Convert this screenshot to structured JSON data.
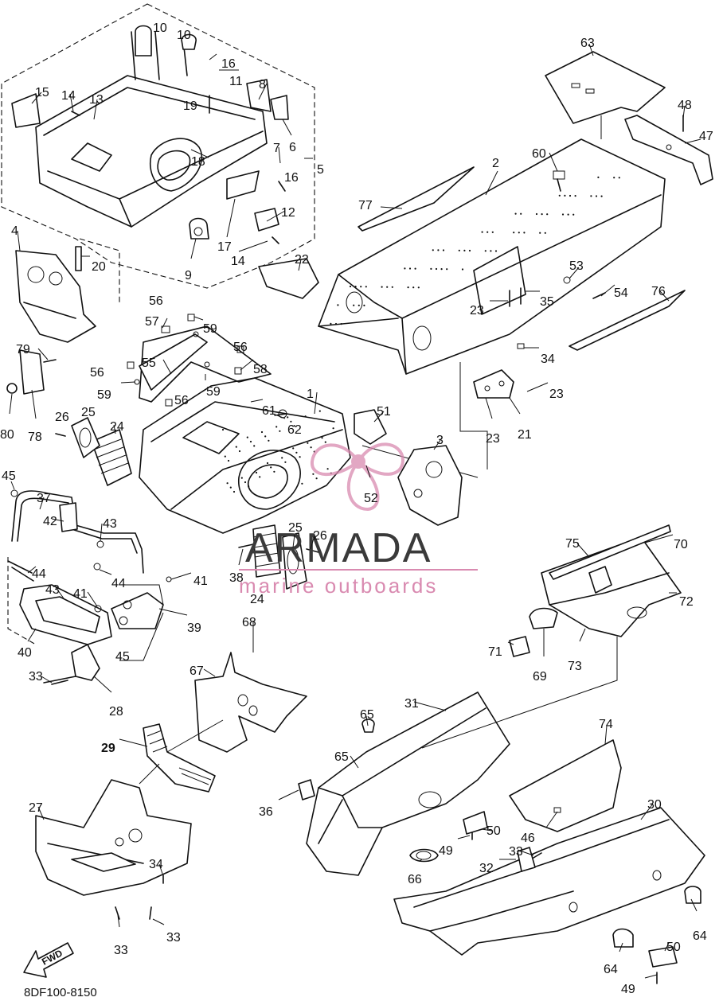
{
  "diagram": {
    "reference_code": "8DF100-8150",
    "fwd_label": "FWD",
    "watermark": {
      "brand": "ARMADA",
      "tagline": "marine outboards",
      "accent_color": "#d98ab0",
      "text_color": "#3a3a3a"
    },
    "callouts": [
      {
        "id": "c1",
        "label": "1"
      },
      {
        "id": "c2",
        "label": "2"
      },
      {
        "id": "c3",
        "label": "3"
      },
      {
        "id": "c4",
        "label": "4"
      },
      {
        "id": "c5",
        "label": "5"
      },
      {
        "id": "c6",
        "label": "6"
      },
      {
        "id": "c7",
        "label": "7"
      },
      {
        "id": "c8",
        "label": "8"
      },
      {
        "id": "c9",
        "label": "9"
      },
      {
        "id": "c10a",
        "label": "10"
      },
      {
        "id": "c10b",
        "label": "10"
      },
      {
        "id": "c11",
        "label": "11"
      },
      {
        "id": "c12",
        "label": "12"
      },
      {
        "id": "c13",
        "label": "13"
      },
      {
        "id": "c14a",
        "label": "14"
      },
      {
        "id": "c14b",
        "label": "14"
      },
      {
        "id": "c15",
        "label": "15"
      },
      {
        "id": "c16a",
        "label": "16"
      },
      {
        "id": "c16b",
        "label": "16"
      },
      {
        "id": "c17",
        "label": "17"
      },
      {
        "id": "c18",
        "label": "18"
      },
      {
        "id": "c19",
        "label": "19"
      },
      {
        "id": "c20",
        "label": "20"
      },
      {
        "id": "c21",
        "label": "21"
      },
      {
        "id": "c22",
        "label": "22"
      },
      {
        "id": "c23a",
        "label": "23"
      },
      {
        "id": "c23b",
        "label": "23"
      },
      {
        "id": "c23c",
        "label": "23"
      },
      {
        "id": "c24a",
        "label": "24"
      },
      {
        "id": "c24b",
        "label": "24"
      },
      {
        "id": "c25a",
        "label": "25"
      },
      {
        "id": "c25b",
        "label": "25"
      },
      {
        "id": "c26a",
        "label": "26"
      },
      {
        "id": "c26b",
        "label": "26"
      },
      {
        "id": "c27",
        "label": "27"
      },
      {
        "id": "c28",
        "label": "28"
      },
      {
        "id": "c29",
        "label": "29"
      },
      {
        "id": "c30",
        "label": "30"
      },
      {
        "id": "c31",
        "label": "31"
      },
      {
        "id": "c32",
        "label": "32"
      },
      {
        "id": "c33a",
        "label": "33"
      },
      {
        "id": "c33b",
        "label": "33"
      },
      {
        "id": "c33c",
        "label": "33"
      },
      {
        "id": "c33d",
        "label": "33"
      },
      {
        "id": "c34a",
        "label": "34"
      },
      {
        "id": "c34b",
        "label": "34"
      },
      {
        "id": "c35",
        "label": "35"
      },
      {
        "id": "c36",
        "label": "36"
      },
      {
        "id": "c37",
        "label": "37"
      },
      {
        "id": "c38",
        "label": "38"
      },
      {
        "id": "c39",
        "label": "39"
      },
      {
        "id": "c40",
        "label": "40"
      },
      {
        "id": "c41a",
        "label": "41"
      },
      {
        "id": "c41b",
        "label": "41"
      },
      {
        "id": "c42",
        "label": "42"
      },
      {
        "id": "c43a",
        "label": "43"
      },
      {
        "id": "c43b",
        "label": "43"
      },
      {
        "id": "c44a",
        "label": "44"
      },
      {
        "id": "c44b",
        "label": "44"
      },
      {
        "id": "c45a",
        "label": "45"
      },
      {
        "id": "c45b",
        "label": "45"
      },
      {
        "id": "c46",
        "label": "46"
      },
      {
        "id": "c47",
        "label": "47"
      },
      {
        "id": "c48",
        "label": "48"
      },
      {
        "id": "c49a",
        "label": "49"
      },
      {
        "id": "c49b",
        "label": "49"
      },
      {
        "id": "c50a",
        "label": "50"
      },
      {
        "id": "c50b",
        "label": "50"
      },
      {
        "id": "c51",
        "label": "51"
      },
      {
        "id": "c52",
        "label": "52"
      },
      {
        "id": "c53",
        "label": "53"
      },
      {
        "id": "c54",
        "label": "54"
      },
      {
        "id": "c55",
        "label": "55"
      },
      {
        "id": "c56a",
        "label": "56"
      },
      {
        "id": "c56b",
        "label": "56"
      },
      {
        "id": "c56c",
        "label": "56"
      },
      {
        "id": "c56d",
        "label": "56"
      },
      {
        "id": "c57",
        "label": "57"
      },
      {
        "id": "c58",
        "label": "58"
      },
      {
        "id": "c59a",
        "label": "59"
      },
      {
        "id": "c59b",
        "label": "59"
      },
      {
        "id": "c59c",
        "label": "59"
      },
      {
        "id": "c60",
        "label": "60"
      },
      {
        "id": "c61",
        "label": "61"
      },
      {
        "id": "c62",
        "label": "62"
      },
      {
        "id": "c63",
        "label": "63"
      },
      {
        "id": "c64a",
        "label": "64"
      },
      {
        "id": "c64b",
        "label": "64"
      },
      {
        "id": "c65a",
        "label": "65"
      },
      {
        "id": "c65b",
        "label": "65"
      },
      {
        "id": "c66",
        "label": "66"
      },
      {
        "id": "c67",
        "label": "67"
      },
      {
        "id": "c68",
        "label": "68"
      },
      {
        "id": "c69",
        "label": "69"
      },
      {
        "id": "c70",
        "label": "70"
      },
      {
        "id": "c71",
        "label": "71"
      },
      {
        "id": "c72",
        "label": "72"
      },
      {
        "id": "c73",
        "label": "73"
      },
      {
        "id": "c74",
        "label": "74"
      },
      {
        "id": "c75",
        "label": "75"
      },
      {
        "id": "c76",
        "label": "76"
      },
      {
        "id": "c77",
        "label": "77"
      },
      {
        "id": "c78",
        "label": "78"
      },
      {
        "id": "c79",
        "label": "79"
      },
      {
        "id": "c80",
        "label": "80"
      }
    ]
  }
}
